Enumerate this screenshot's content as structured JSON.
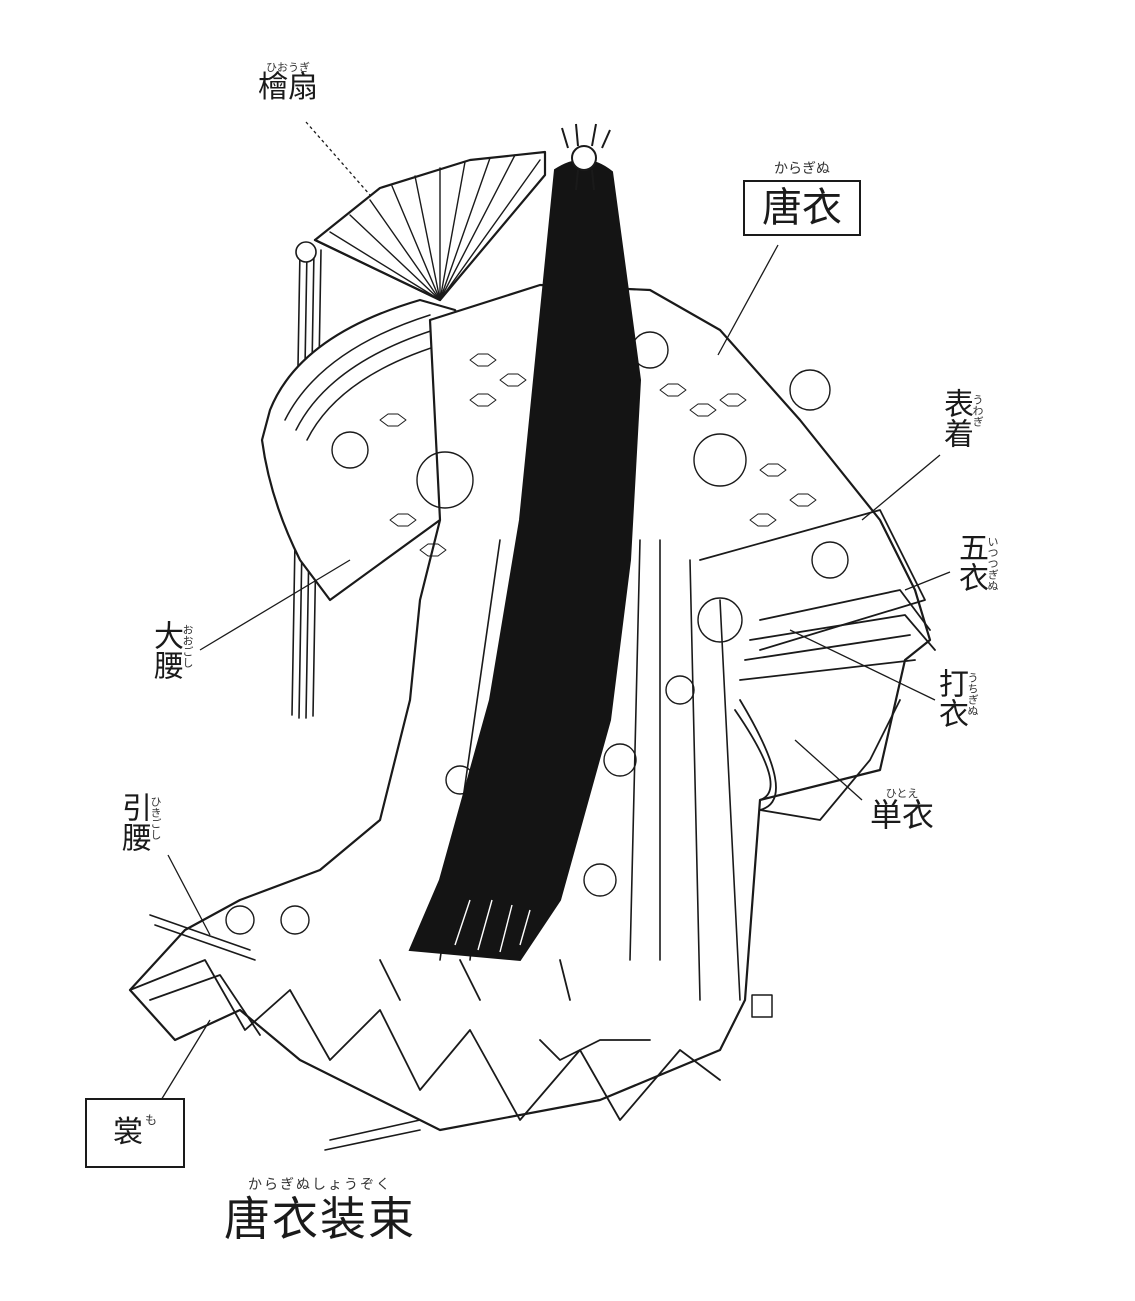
{
  "diagram": {
    "title": {
      "text": "唐衣装束",
      "ruby": "からぎぬしょうぞく"
    },
    "labels": {
      "fan": {
        "text": "檜扇",
        "ruby": "ひおうぎ"
      },
      "karaginu": {
        "text": "唐衣",
        "ruby": "からぎぬ"
      },
      "uwagi": {
        "text": "表着",
        "ruby": "うわぎ"
      },
      "itsutsuginu": {
        "text": "五衣",
        "ruby": "いつつぎぬ"
      },
      "uchiginu": {
        "text": "打衣",
        "ruby": "うちぎぬ"
      },
      "hitoe": {
        "text": "単衣",
        "ruby": "ひとえ"
      },
      "ogoshi": {
        "text": "大腰",
        "ruby": "おおごし"
      },
      "hikigoshi": {
        "text": "引腰",
        "ruby": "ひきごし"
      },
      "mo": {
        "text": "裳",
        "ruby": "も"
      }
    },
    "colors": {
      "ink": "#1a1a1a",
      "hair": "#141414",
      "paper": "#ffffff"
    }
  }
}
